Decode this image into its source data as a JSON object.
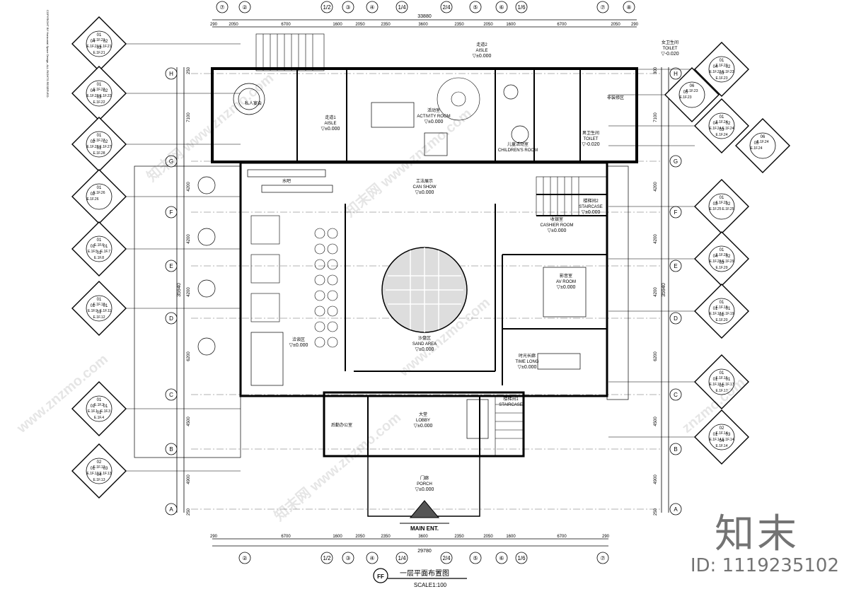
{
  "drawing": {
    "title": "一层平面布置图",
    "scale": "SCALE1:100",
    "label_tag": "FF",
    "main_entrance": "MAIN ENT.",
    "copyright": "COPYRIGHT BY Horizontal Space Design, ALL RIGHTS RESERVED."
  },
  "grid_top": [
    "⑦",
    "②",
    "1/2",
    "③",
    "④",
    "1/4",
    "2/4",
    "⑤",
    "⑥",
    "1/6",
    "⑦",
    "⑧"
  ],
  "grid_bottom": [
    "②",
    "1/2",
    "③",
    "④",
    "1/4",
    "2/4",
    "⑤",
    "⑥",
    "1/6",
    "⑦"
  ],
  "grid_rows": [
    "H",
    "G",
    "F",
    "E",
    "D",
    "C",
    "B",
    "A"
  ],
  "dims_top": {
    "total": "33880",
    "segments": [
      "290",
      "2050",
      "6700",
      "1600",
      "2050",
      "2350",
      "3600",
      "2350",
      "2050",
      "1600",
      "6700",
      "2050",
      "290"
    ]
  },
  "dims_bottom": {
    "total": "29780",
    "segments": [
      "290",
      "6700",
      "1600",
      "2050",
      "2350",
      "3600",
      "2350",
      "2050",
      "1600",
      "6700",
      "290"
    ]
  },
  "dims_left": {
    "total": "35940",
    "segments": [
      "250",
      "7100",
      "4200",
      "4200",
      "4200",
      "6200",
      "4500",
      "4900",
      "250"
    ]
  },
  "dims_right": {
    "total": "35940",
    "segments": [
      "300",
      "7100",
      "4200",
      "4200",
      "4200",
      "6200",
      "4500",
      "4900",
      "250"
    ]
  },
  "rooms": [
    {
      "cn": "私人宴会",
      "en": ""
    },
    {
      "cn": "走道1",
      "en": "AISLE",
      "level": "▽±0.000"
    },
    {
      "cn": "活动室",
      "en": "ACTIVITY ROOM",
      "level": "▽±0.000"
    },
    {
      "cn": "走道2",
      "en": "AISLE",
      "level": "▽±0.000"
    },
    {
      "cn": "女卫生间",
      "en": "TOILET",
      "level": "▽-0.020"
    },
    {
      "cn": "男卫生间",
      "en": "TOILET",
      "level": "▽-0.020"
    },
    {
      "cn": "儿童活动室",
      "en": "CHILDREN'S ROOM",
      "level": ""
    },
    {
      "cn": "非装修区",
      "en": "",
      "level": ""
    },
    {
      "cn": "工法展示",
      "en": "CAN SHOW",
      "level": "▽±0.000"
    },
    {
      "cn": "水吧",
      "en": "",
      "level": ""
    },
    {
      "cn": "楼梯间2",
      "en": "STAIRCASE",
      "level": "▽±0.000"
    },
    {
      "cn": "收银室",
      "en": "CASHIER ROOM",
      "level": "▽±0.000"
    },
    {
      "cn": "影音室",
      "en": "AV ROOM",
      "level": "▽±0.000"
    },
    {
      "cn": "洽谈区",
      "en": "",
      "level": "▽±0.000"
    },
    {
      "cn": "沙盘区",
      "en": "SAND AREA",
      "level": "▽±0.000"
    },
    {
      "cn": "时光长廊",
      "en": "TIME LONG",
      "level": "▽±0.000"
    },
    {
      "cn": "大堂",
      "en": "LOBBY",
      "level": "▽±0.000"
    },
    {
      "cn": "楼梯间1",
      "en": "STAIRCASE",
      "level": ""
    },
    {
      "cn": "后勤办公室",
      "en": "",
      "level": ""
    },
    {
      "cn": "门廊",
      "en": "PORCH",
      "level": "▽±0.000"
    }
  ],
  "elev_tags_left": [
    [
      "01",
      "04",
      "02",
      "03",
      "E.1F.21",
      "E.1F.21",
      "E.1F.21",
      "E.1F.21"
    ],
    [
      "01",
      "04",
      "02",
      "03",
      "E.1F.22",
      "E.1F.22",
      "E.1F.22",
      "E.1F.22"
    ],
    [
      "01",
      "02",
      "02",
      "01",
      "E.1F.27",
      "E.1F.28",
      "E.1F.27",
      "E.1F.28"
    ],
    [
      "01",
      "02",
      "",
      "",
      "E.1F.26",
      "E.1F.26",
      "",
      ""
    ],
    [
      "01",
      "01",
      "01",
      "01",
      "E.1F.6",
      "E.1F.5",
      "E.1F.7",
      "E.1F.8"
    ],
    [
      "01",
      "01",
      "01",
      "01",
      "E.1F.10",
      "E.1F.9",
      "E.1F.11",
      "E.1F.12"
    ],
    [
      "01",
      "01",
      "01",
      "01",
      "E.1F.2",
      "E.1F.1",
      "E.1F.3",
      "E.1F.4"
    ],
    [
      "02",
      "01",
      "03",
      "04",
      "E.1F.13",
      "E.1F.13",
      "E.1F.13",
      "E.1F.13"
    ]
  ],
  "elev_tags_right": [
    [
      "01",
      "04",
      "02",
      "03",
      "E.1F.23",
      "E.1F.23",
      "E.1F.23",
      "E.1F.23"
    ],
    [
      "06",
      "05",
      "",
      "",
      "E.1F.23",
      "E.1F.23",
      "",
      ""
    ],
    [
      "01",
      "04",
      "02",
      "03",
      "E.1F.24",
      "E.1F.24",
      "E.1F.24",
      "E.1F.24"
    ],
    [
      "06",
      "05",
      "",
      "",
      "E.1F.24",
      "E.1F.24",
      "",
      ""
    ],
    [
      "01",
      "03",
      "02",
      "",
      "E.1F.25",
      "E.1F.25",
      "E.1F.25",
      ""
    ],
    [
      "01",
      "04",
      "02",
      "03",
      "E.1F.29",
      "E.1F.29",
      "E.1F.29",
      "E.1F.29"
    ],
    [
      "01",
      "01",
      "01",
      "01",
      "E.1F.19",
      "E.1F.18",
      "E.1F.19",
      "E.1F.20"
    ],
    [
      "01",
      "01",
      "01",
      "01",
      "E.1F.16",
      "E.1F.15",
      "E.1F.17",
      "E.1F.17"
    ],
    [
      "02",
      "01",
      "03",
      "04",
      "E.1F.14",
      "E.1F.14",
      "E.1F.14",
      "E.1F.14"
    ]
  ],
  "watermarks": [
    "知末网 www.znzmo.com",
    "www.znzmo.com",
    "znzmo.com"
  ],
  "brand": {
    "name": "知末",
    "id": "ID: 1119235102"
  }
}
